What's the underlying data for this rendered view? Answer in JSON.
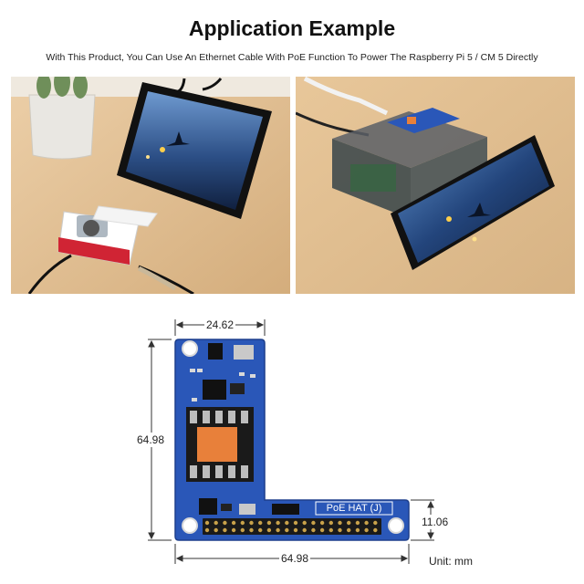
{
  "header": {
    "title": "Application Example",
    "subtitle": "With This Product, You Can Use An Ethernet Cable With PoE Function To Power The Raspberry Pi 5 / CM 5 Directly"
  },
  "diagram": {
    "board_label": "PoE HAT (J)",
    "dim_top_width": "24.62",
    "dim_left_height": "64.98",
    "dim_bottom_width": "64.98",
    "dim_right_height": "11.06",
    "unit_label": "Unit: mm"
  },
  "colors": {
    "pcb_blue": "#2a57b8",
    "table_wood": "#e0bf94",
    "transformer_orange": "#e8803a"
  }
}
